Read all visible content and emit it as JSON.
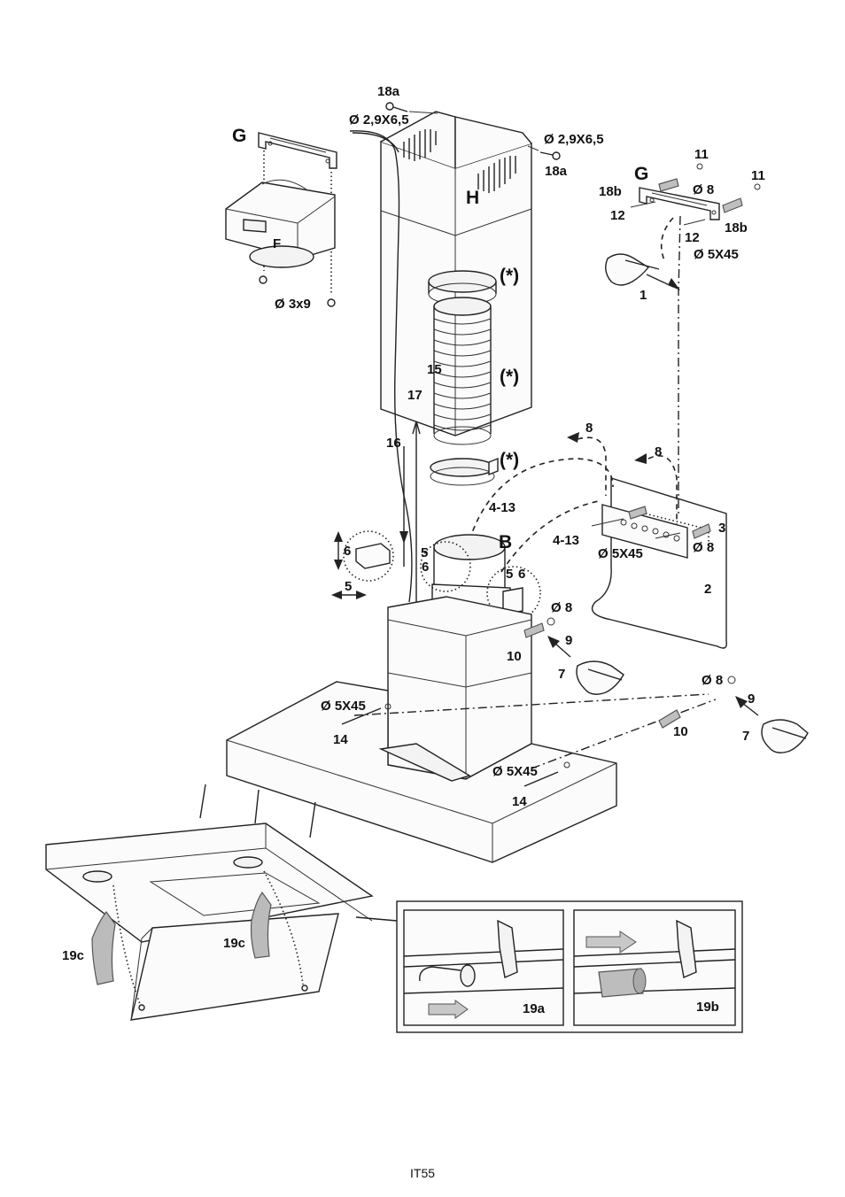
{
  "labels": {
    "g_left": "G",
    "g_right": "G",
    "h": "H",
    "f": "F",
    "b": "B",
    "s18a_top": "18a",
    "s18a_right": "18a",
    "d29_top": "Ø 2,9X6,5",
    "d29_right": "Ø 2,9X6,5",
    "d3x9": "Ø 3x9",
    "l11_a": "11",
    "l11_b": "11",
    "l18b_a": "18b",
    "l18b_b": "18b",
    "l12_a": "12",
    "l12_b": "12",
    "d8_top": "Ø 8",
    "d5x45_top": "Ø 5X45",
    "l1": "1",
    "star_a": "(*)",
    "star_b": "(*)",
    "star_c": "(*)",
    "l15": "15",
    "l17": "17",
    "l16": "16",
    "l8_a": "8",
    "l8_b": "8",
    "l4_13_a": "4-13",
    "l4_13_b": "4-13",
    "l3": "3",
    "d5x45_mid": "Ø 5X45",
    "d8_mid": "Ø 8",
    "l2": "2",
    "l6_a": "6",
    "l5_a": "5",
    "l5_b": "5",
    "l6_b": "6",
    "l5_c": "5",
    "l6_c": "6",
    "d8_lower": "Ø 8",
    "l9_a": "9",
    "l10_a": "10",
    "l7_a": "7",
    "d8_right": "Ø 8",
    "l9_b": "9",
    "l10_b": "10",
    "l7_b": "7",
    "d5x45_left": "Ø 5X45",
    "l14_a": "14",
    "d5x45_bottom": "Ø 5X45",
    "l14_b": "14",
    "l19c_a": "19c",
    "l19c_b": "19c",
    "l19a": "19a",
    "l19b": "19b"
  },
  "page_number": "IT55"
}
